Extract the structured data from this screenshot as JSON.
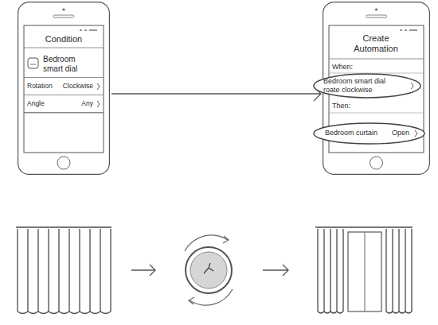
{
  "diagram": {
    "nodes": [
      {
        "text": [
          "Condition"
        ]
      },
      {
        "text": [
          "Bedroom smart dial"
        ],
        "in": 0
      },
      {
        "text": [
          "Rotation",
          "Clockwise"
        ],
        "in": 0
      },
      {
        "text": [
          "Angle",
          "Any"
        ],
        "in": 0
      },
      {
        "text": [
          "Create Automation"
        ]
      },
      {
        "text": [
          "Bedroom smart dial roate clockwise"
        ],
        "in": 4
      },
      {
        "text": [
          "Bedroom curtain",
          "Open"
        ],
        "in": 4
      }
    ],
    "edges": [
      {
        "from": 0,
        "to": 4,
        "arrow": "to"
      }
    ],
    "labels": [
      "When:",
      "Then:"
    ]
  }
}
